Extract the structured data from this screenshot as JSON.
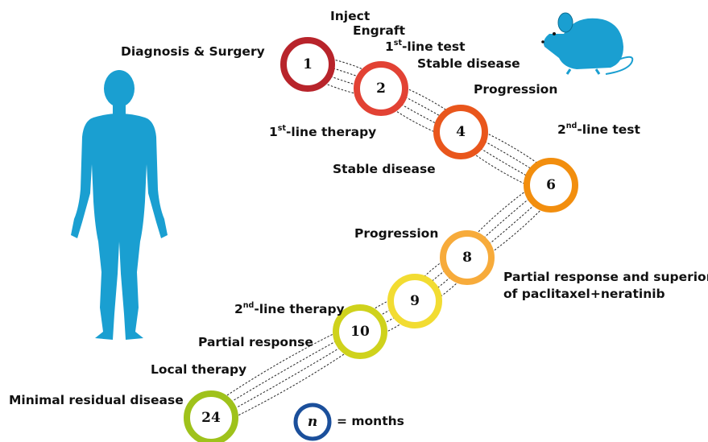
{
  "colors": {
    "body_silhouette": "#1a9fd1",
    "mouse": "#1a9fd1",
    "legend_ring": "#1b4f9b"
  },
  "icons": {
    "human": "human-body-icon",
    "mouse": "mouse-icon"
  },
  "nodes": [
    {
      "id": "n1",
      "number": "1",
      "color": "#b8242b"
    },
    {
      "id": "n2",
      "number": "2",
      "color": "#e24234"
    },
    {
      "id": "n4",
      "number": "4",
      "color": "#e9561c"
    },
    {
      "id": "n6",
      "number": "6",
      "color": "#f28e0e"
    },
    {
      "id": "n8",
      "number": "8",
      "color": "#f7ab3b"
    },
    {
      "id": "n9",
      "number": "9",
      "color": "#f2dc32"
    },
    {
      "id": "n10",
      "number": "10",
      "color": "#cfd21c"
    },
    {
      "id": "n24",
      "number": "24",
      "color": "#9fc21b"
    }
  ],
  "labels": {
    "inject": "Inject",
    "engraft": "Engraft",
    "diagnosis_surgery": "Diagnosis & Surgery",
    "first_line_test": {
      "num": "1",
      "sup": "st",
      "text": "-line test"
    },
    "stable_disease_1": "Stable disease",
    "progression_1": "Progression",
    "first_line_therapy": {
      "num": "1",
      "sup": "st",
      "text": "-line therapy"
    },
    "second_line_test": {
      "num": "2",
      "sup": "nd",
      "text": "-line test"
    },
    "stable_disease_2": "Stable disease",
    "progression_2": "Progression",
    "partial_response_superiority": [
      "Partial response and superiority",
      "of paclitaxel+neratinib"
    ],
    "second_line_therapy": {
      "num": "2",
      "sup": "nd",
      "text": "-line therapy"
    },
    "partial_response": "Partial response",
    "local_therapy": "Local therapy",
    "minimal_residual_disease": "Minimal residual disease"
  },
  "legend": {
    "symbol": "n",
    "text": "= months"
  }
}
